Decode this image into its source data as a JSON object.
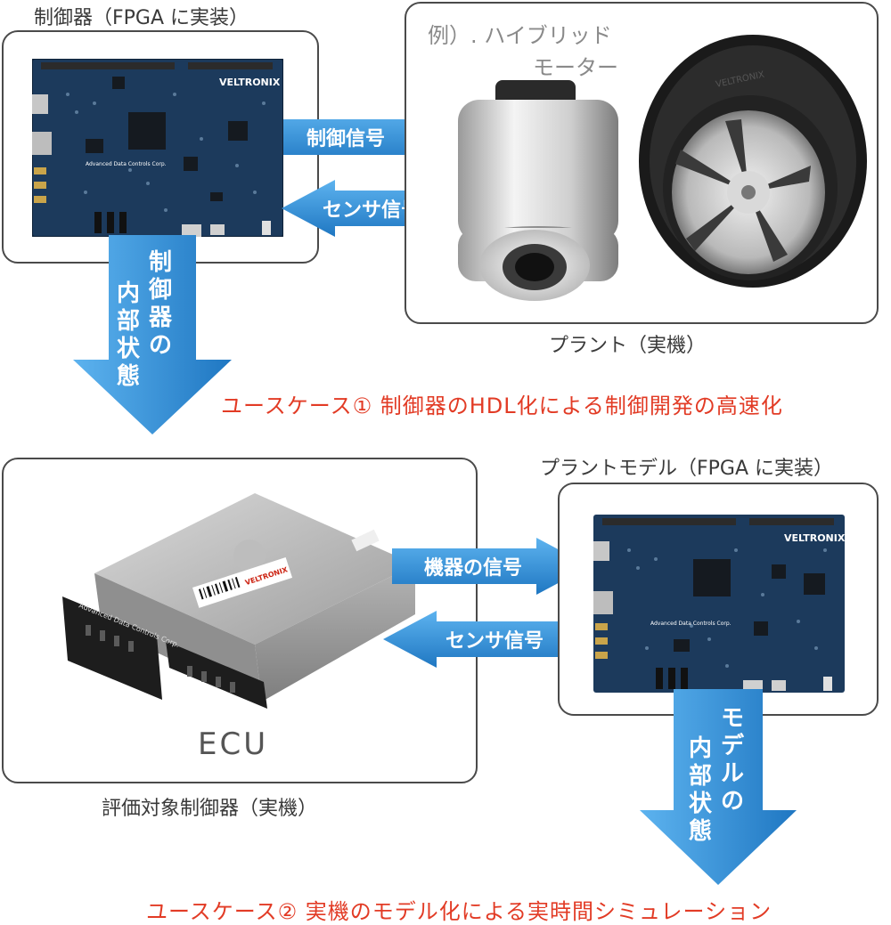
{
  "usecase1": {
    "controller_title": "制御器（FPGA に実装）",
    "plant_example_line1": "例）. ハイブリッド",
    "plant_example_line2": "モーター",
    "plant_title": "プラント（実機）",
    "control_signal": "制御信号",
    "sensor_signal": "センサ信号",
    "internal_state_chars": [
      "制",
      "御",
      "器",
      "の",
      "内",
      "部",
      "状",
      "態"
    ],
    "caption": "ユースケース① 制御器のHDL化による制御開発の高速化"
  },
  "usecase2": {
    "plant_model_title": "プラントモデル（FPGA に実装）",
    "ecu_label": "ECU",
    "ecu_title": "評価対象制御器（実機）",
    "device_signal": "機器の信号",
    "sensor_signal": "センサ信号",
    "internal_state_chars": [
      "モ",
      "デ",
      "ル",
      "の",
      "内",
      "部",
      "状",
      "態"
    ],
    "caption": "ユースケース② 実機のモデル化による実時間シミュレーション"
  },
  "branding": {
    "veltronix": "VELTRONIX",
    "adc": "Advanced Data Controls Corp."
  },
  "colors": {
    "arrow_blue": "#2f8fd8",
    "caption_red": "#e23b25",
    "pcb_blue": "#1c3a5c"
  }
}
